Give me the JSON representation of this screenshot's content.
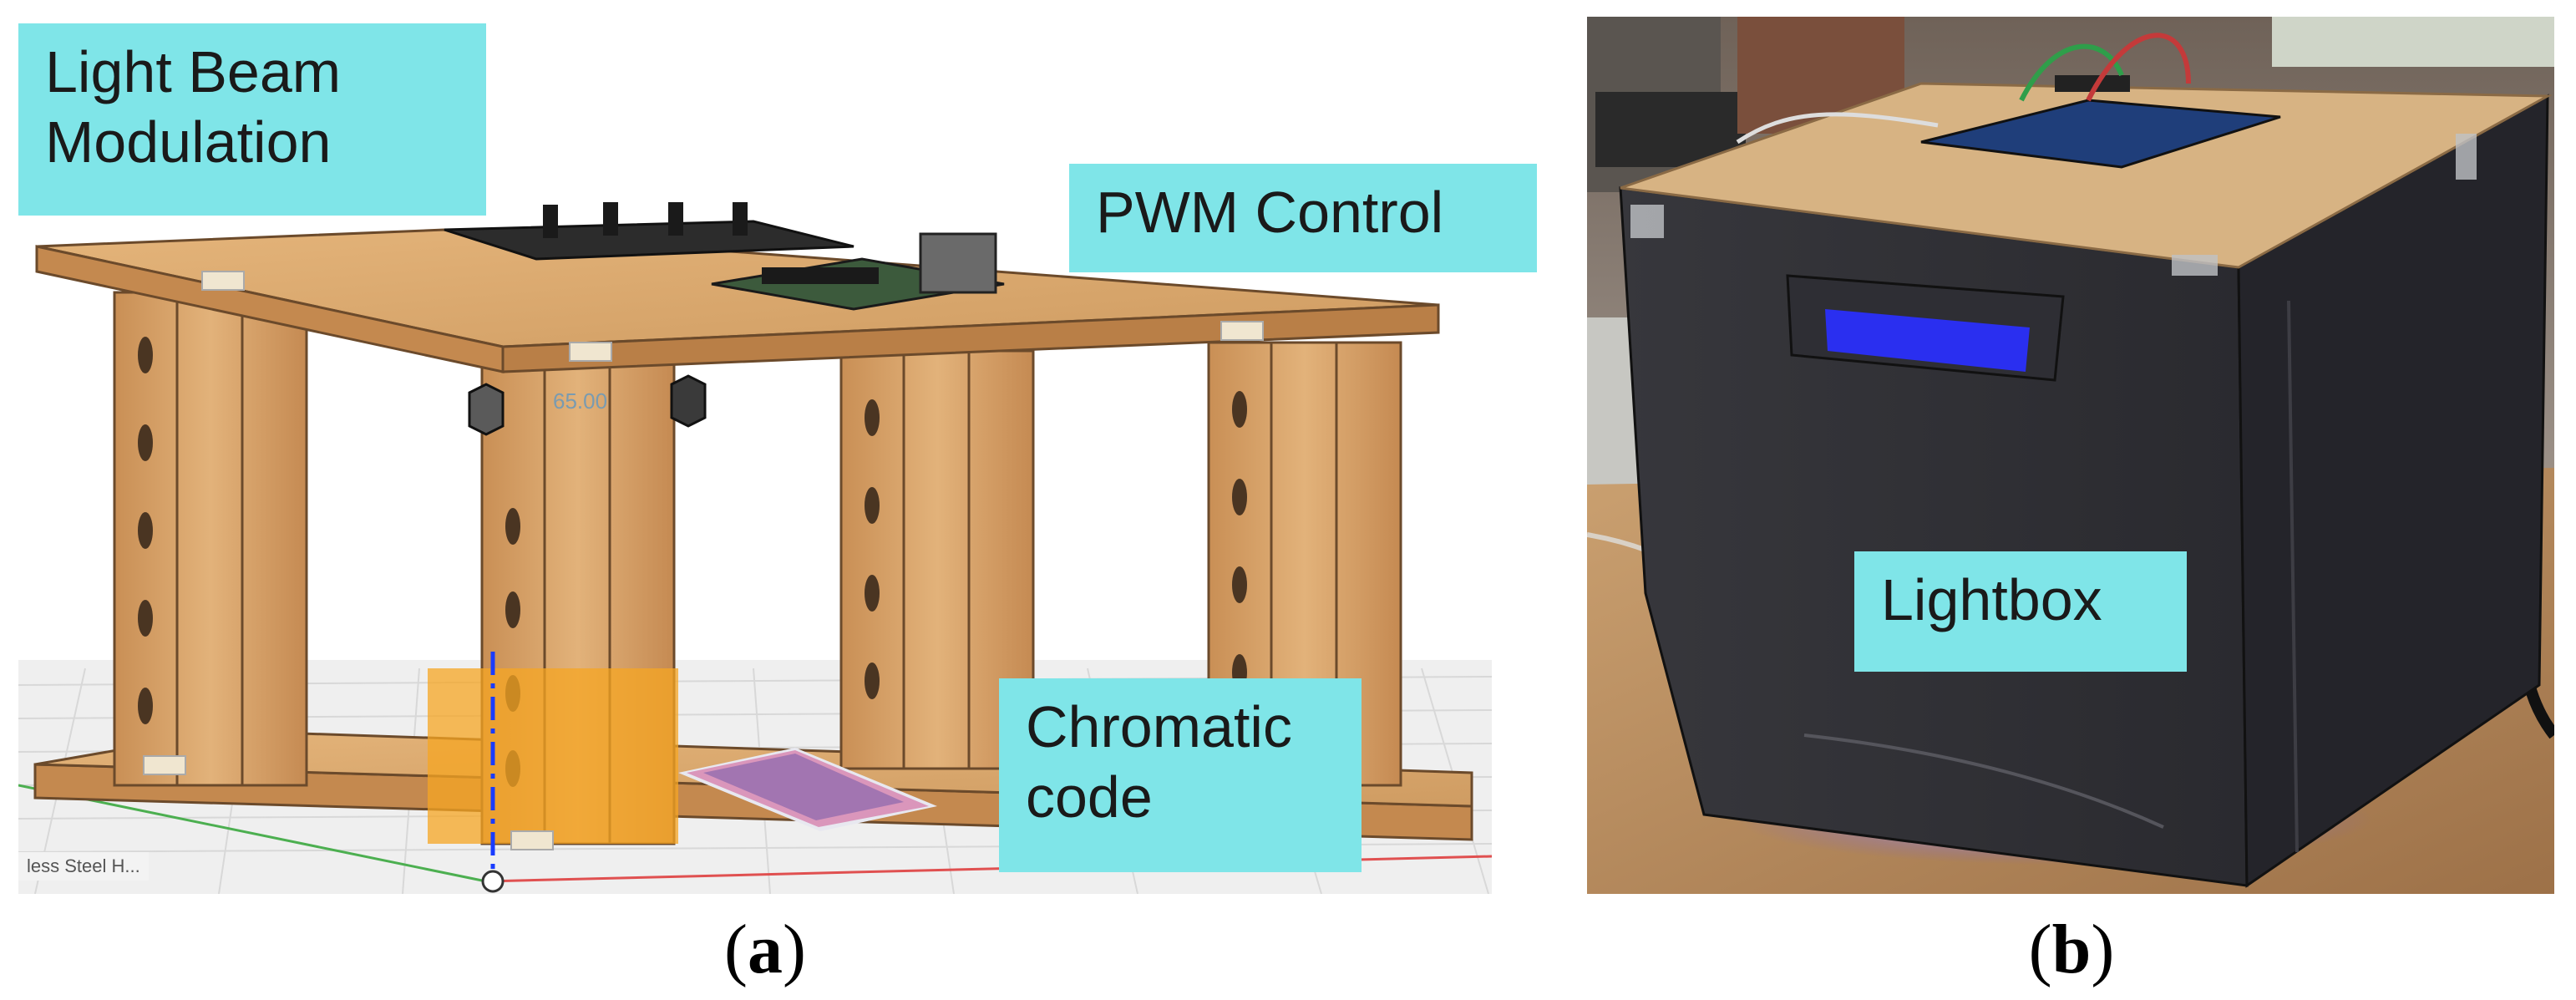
{
  "panel_a": {
    "callouts": {
      "light_beam": "Light Beam\nModulation",
      "pwm": "PWM Control",
      "chromatic": "Chromatic\ncode"
    },
    "cad_material_label": "less Steel H...",
    "dimension_label": "65.00",
    "caption_open": "(",
    "caption_letter": "a",
    "caption_close": ")"
  },
  "panel_b": {
    "callouts": {
      "lightbox": "Lightbox"
    },
    "caption_open": "(",
    "caption_letter": "b",
    "caption_close": ")"
  },
  "colors": {
    "callout_bg": "#7fe5e8",
    "wood": "#d9a66a",
    "lightbox": "#2b2b30",
    "led_glow": "#8a78ff"
  }
}
